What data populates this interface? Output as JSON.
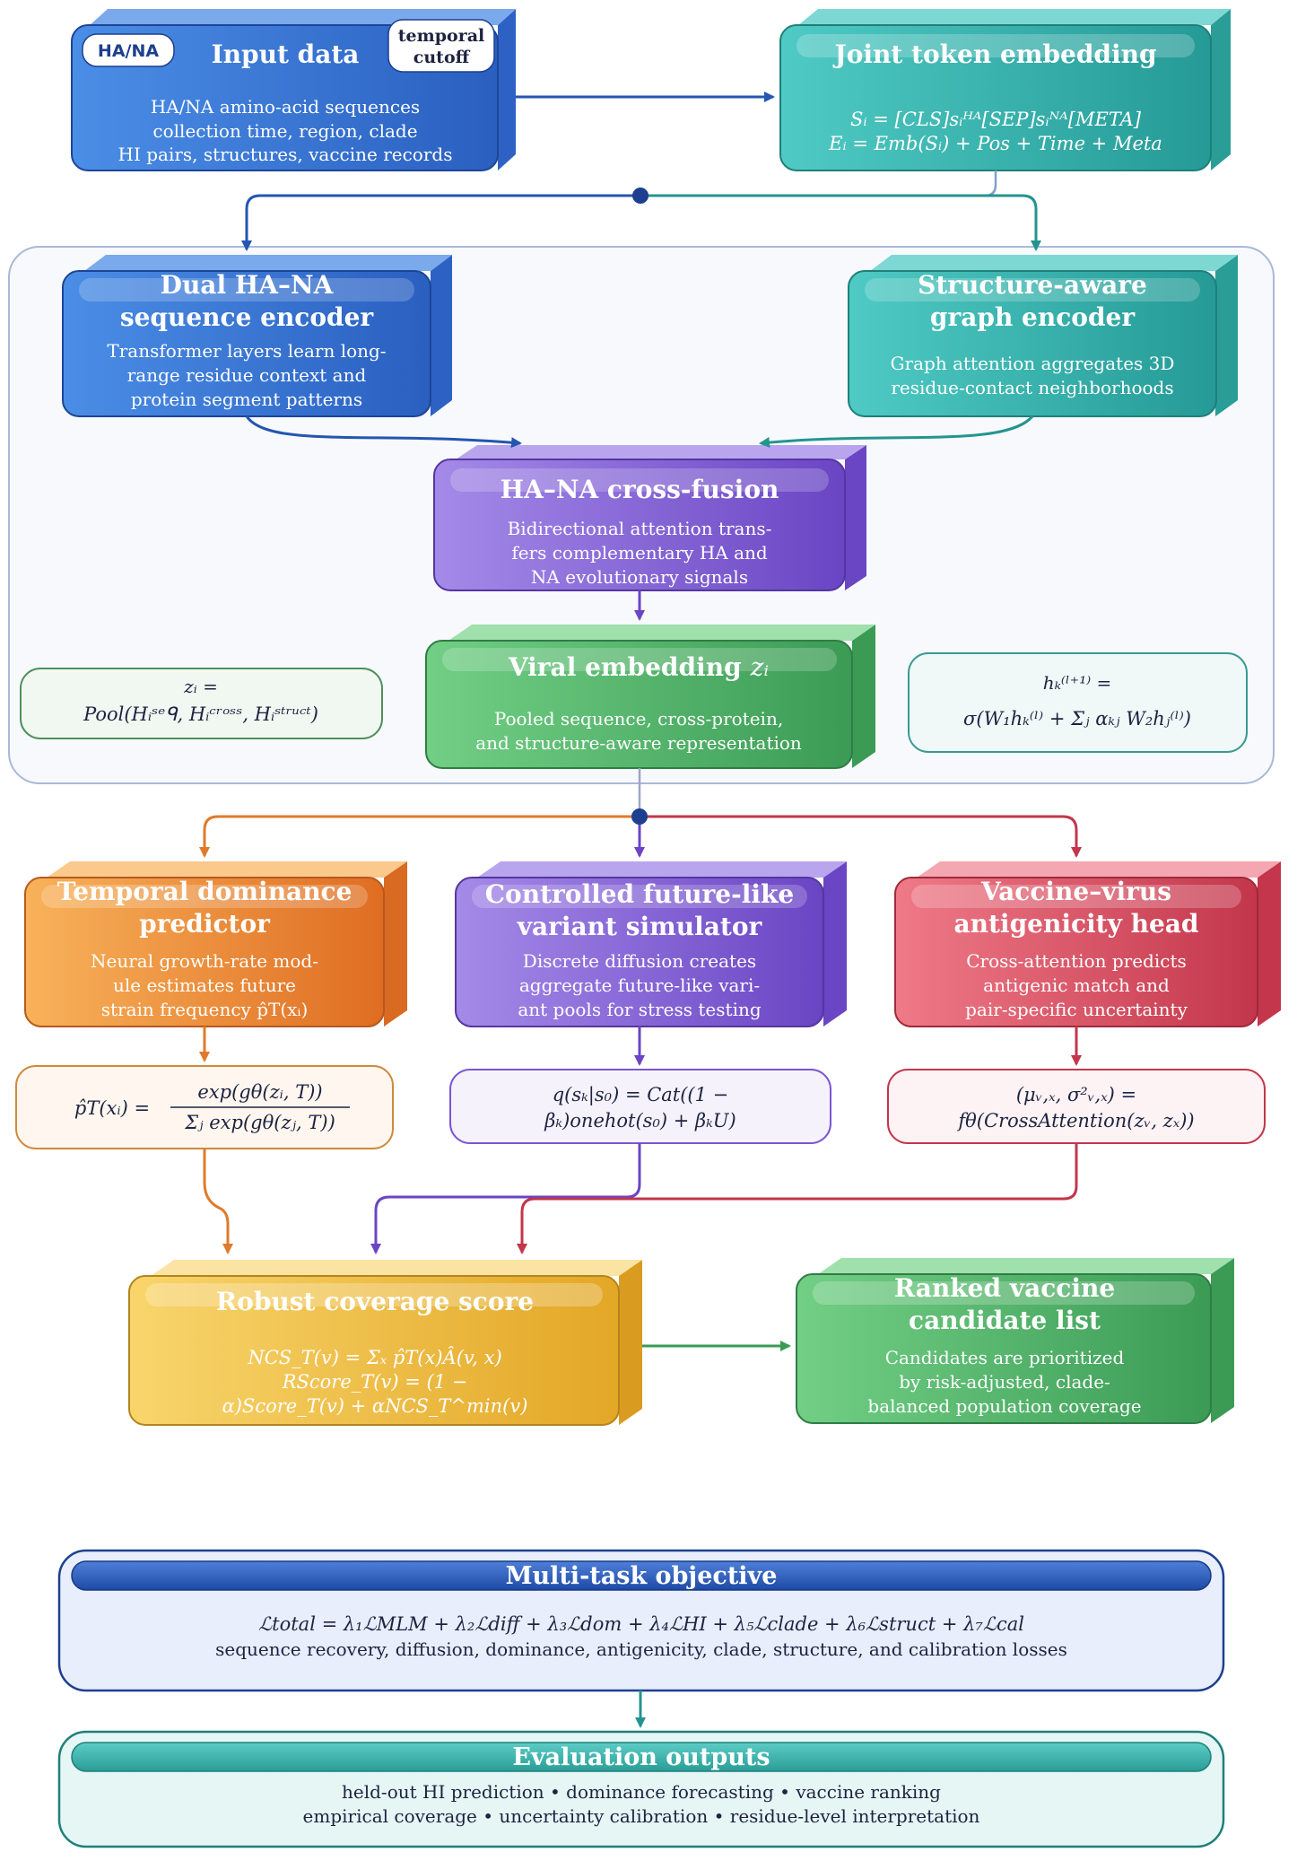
{
  "colors": {
    "blue": "#2f6fd1",
    "teal": "#2fb3ad",
    "purple": "#7b55d0",
    "green": "#4caf64",
    "orange": "#ee8a2e",
    "red": "#d8485c",
    "gold": "#f0b83c",
    "navy": "#1d3f8f"
  },
  "input": {
    "tag_left": "HA/NA",
    "title": "Input data",
    "tag_right": [
      "temporal",
      "cutoff"
    ],
    "lines": [
      "HA/NA amino-acid sequences",
      "collection time, region, clade",
      "HI pairs, structures, vaccine records"
    ]
  },
  "joint": {
    "title": "Joint token embedding",
    "formulas": [
      "Sᵢ = [CLS]sᵢᴴᴬ[SEP]sᵢᴺᴬ[META]",
      "Eᵢ = Emb(Sᵢ) + Pos + Time + Meta"
    ]
  },
  "dual": {
    "title": [
      "Dual HA–NA",
      "sequence encoder"
    ],
    "lines": [
      "Transformer layers learn long-",
      "range residue context and",
      "protein segment patterns"
    ]
  },
  "struct": {
    "title": [
      "Structure-aware",
      "graph encoder"
    ],
    "lines": [
      "Graph attention aggregates 3D",
      "residue-contact neighborhoods"
    ]
  },
  "fusion": {
    "title": "HA–NA cross-fusion",
    "lines": [
      "Bidirectional attention trans-",
      "fers complementary HA and",
      "NA evolutionary signals"
    ]
  },
  "viral": {
    "title": "Viral embedding",
    "title_var": "zᵢ",
    "lines": [
      "Pooled sequence, cross-protein,",
      "and structure-aware representation"
    ]
  },
  "pool_formula": [
    "zᵢ      =",
    "Pool(Hᵢˢᵉᑫ, Hᵢᶜʳᵒˢˢ, Hᵢˢᵗʳᵘᶜᵗ)"
  ],
  "graph_formula": [
    "hₖ⁽ˡ⁺¹⁾     =",
    "σ(W₁hₖ⁽ˡ⁾ + Σⱼ αₖⱼ W₂hⱼ⁽ˡ⁾)"
  ],
  "temporal": {
    "title": [
      "Temporal dominance",
      "predictor"
    ],
    "lines": [
      "Neural growth-rate mod-",
      "ule estimates future",
      "strain frequency p̂T(xᵢ)"
    ],
    "formula_left": "p̂T(xᵢ)  =",
    "formula_num": "exp(gθ(zᵢ, T))",
    "formula_den": "Σⱼ exp(gθ(zⱼ, T))"
  },
  "simulator": {
    "title": [
      "Controlled future-like",
      "variant simulator"
    ],
    "lines": [
      "Discrete diffusion creates",
      "aggregate future-like vari-",
      "ant pools for stress testing"
    ],
    "formula": [
      "q(sₖ|s₀)  =  Cat((1 −",
      "βₖ)onehot(s₀) + βₖU)"
    ]
  },
  "antigen": {
    "title": [
      "Vaccine–virus",
      "antigenicity head"
    ],
    "lines": [
      "Cross-attention predicts",
      "antigenic match and",
      "pair-specific uncertainty"
    ],
    "formula": [
      "(μᵥ,ₓ, σ²ᵥ,ₓ)    =",
      "fθ(CrossAttention(zᵥ, zₓ))"
    ]
  },
  "coverage": {
    "title": "Robust coverage score",
    "formulas": [
      "NCS_T(v)  =  Σₓ p̂T(x)Â(v, x)",
      "RScore_T(v)   =   (1  −",
      "α)Score_T(v) + αNCS_T^min(v)"
    ]
  },
  "ranked": {
    "title": [
      "Ranked vaccine",
      "candidate list"
    ],
    "lines": [
      "Candidates are prioritized",
      "by risk-adjusted, clade-",
      "balanced population coverage"
    ]
  },
  "objective": {
    "title": "Multi-task objective",
    "formula": "ℒtotal  =  λ₁ℒMLM + λ₂ℒdiff + λ₃ℒdom + λ₄ℒHI + λ₅ℒclade + λ₆ℒstruct + λ₇ℒcal",
    "caption": "sequence recovery, diffusion, dominance, antigenicity, clade, structure, and calibration losses"
  },
  "evaluation": {
    "title": "Evaluation outputs",
    "lines": [
      "held-out HI prediction • dominance forecasting • vaccine ranking",
      "empirical coverage • uncertainty calibration • residue-level interpretation"
    ]
  }
}
